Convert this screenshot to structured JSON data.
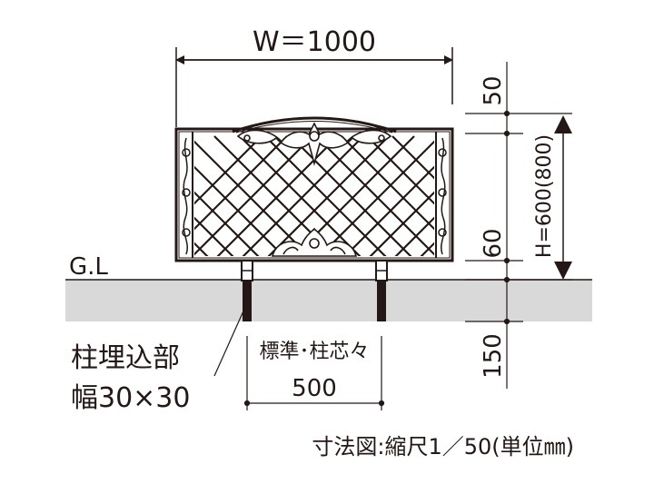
{
  "width_label": "W＝1000",
  "height_label": "H=600(800)",
  "dim_top": "50",
  "dim_bottom_gap": "60",
  "dim_embed_depth": "150",
  "ground_label": "G.L",
  "post_label_line1": "柱埋込部",
  "post_label_line2": "幅30×30",
  "post_pitch_label": "標準･柱芯々",
  "post_pitch_value": "500",
  "caption": "寸法図:縮尺1／50(単位㎜)",
  "colors": {
    "line": "#231815",
    "ground": "#d9d9d9"
  }
}
